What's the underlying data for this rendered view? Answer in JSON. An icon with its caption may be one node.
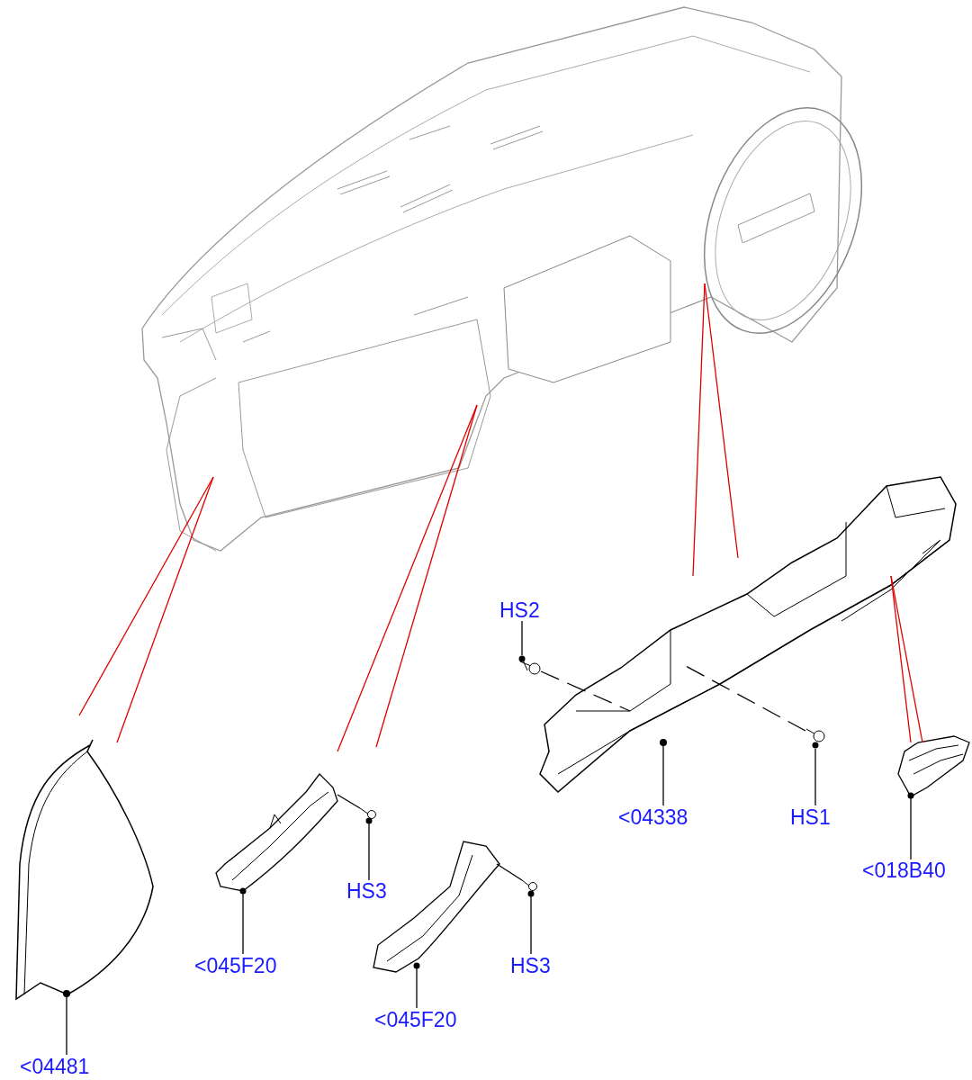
{
  "diagram": {
    "nodes": [
      {
        "text": [],
        "shape": "picture"
      },
      {
        "text": [],
        "shape": "picture"
      },
      {
        "text": [],
        "shape": "picture"
      },
      {
        "text": [],
        "shape": "picture"
      },
      {
        "text": [],
        "shape": "picture"
      },
      {
        "text": [],
        "shape": "picture"
      },
      {
        "text": [],
        "shape": "picture"
      },
      {
        "text": [],
        "shape": "picture"
      },
      {
        "text": [],
        "shape": "picture"
      },
      {
        "text": [],
        "shape": "picture"
      },
      {
        "text": [
          "HS2"
        ]
      },
      {
        "text": [
          "<04338"
        ]
      },
      {
        "text": [
          "HS1"
        ]
      },
      {
        "text": [
          "<018B40"
        ]
      },
      {
        "text": [
          "HS3"
        ]
      },
      {
        "text": [
          "<045F20"
        ]
      },
      {
        "text": [
          "HS3"
        ]
      },
      {
        "text": [
          "<045F20"
        ]
      },
      {
        "text": [
          "<04481"
        ]
      }
    ],
    "edges": [
      {
        "from": 10,
        "to": 2,
        "arrow": "none"
      },
      {
        "from": 11,
        "to": 1,
        "arrow": "none"
      },
      {
        "from": 12,
        "to": 3,
        "arrow": "none"
      },
      {
        "from": 13,
        "to": 4,
        "arrow": "none"
      },
      {
        "from": 14,
        "to": 7,
        "arrow": "none"
      },
      {
        "from": 15,
        "to": 6,
        "arrow": "none"
      },
      {
        "from": 16,
        "to": 9,
        "arrow": "none"
      },
      {
        "from": 17,
        "to": 8,
        "arrow": "none"
      },
      {
        "from": 18,
        "to": 5,
        "arrow": "none"
      },
      {
        "from": 2,
        "to": 1,
        "arrow": "none",
        "style": "dashed"
      },
      {
        "from": 3,
        "to": 1,
        "arrow": "none",
        "style": "dashed"
      },
      {
        "from": 7,
        "to": 6,
        "arrow": "none"
      },
      {
        "from": 9,
        "to": 8,
        "arrow": "none"
      },
      {
        "from": 0,
        "to": 5,
        "arrow": "none",
        "color": "#e00000"
      },
      {
        "from": 0,
        "to": 5,
        "arrow": "none",
        "color": "#e00000"
      },
      {
        "from": 0,
        "to": 6,
        "arrow": "none",
        "color": "#e00000"
      },
      {
        "from": 0,
        "to": 6,
        "arrow": "none",
        "color": "#e00000"
      },
      {
        "from": 0,
        "to": 1,
        "arrow": "none",
        "color": "#e00000"
      },
      {
        "from": 0,
        "to": 1,
        "arrow": "none",
        "color": "#e00000"
      },
      {
        "from": 1,
        "to": 4,
        "arrow": "none",
        "color": "#e00000"
      },
      {
        "from": 1,
        "to": 4,
        "arrow": "none",
        "color": "#e00000"
      }
    ]
  }
}
